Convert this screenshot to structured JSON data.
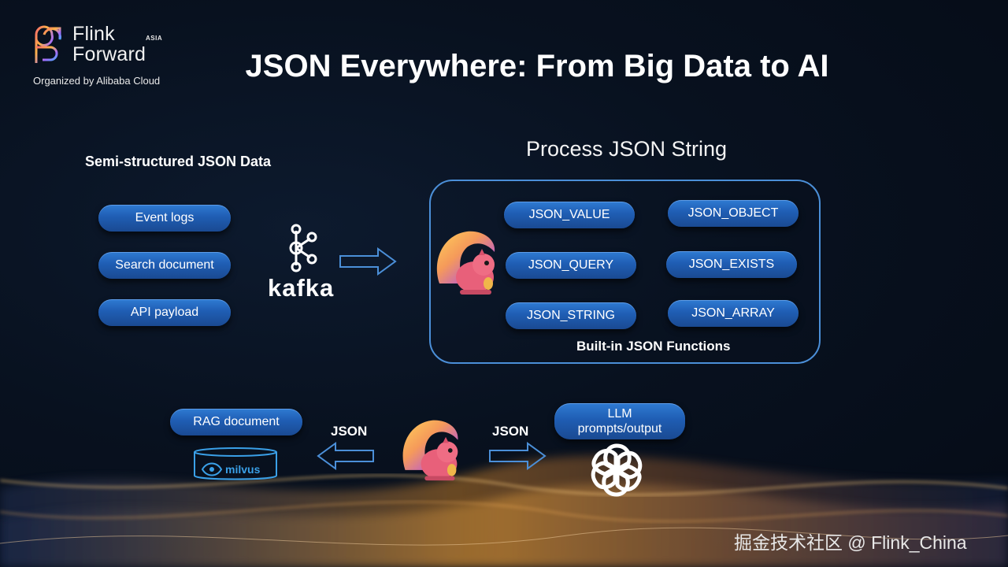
{
  "logo": {
    "line1": "Flink",
    "line2": "Forward",
    "badge": "ASIA",
    "organizer": "Organized by Alibaba Cloud"
  },
  "title": "JSON Everywhere: From Big Data to AI",
  "left_section": {
    "heading": "Semi-structured JSON Data",
    "sources": [
      "Event logs",
      "Search document",
      "API payload"
    ]
  },
  "kafka": {
    "label": "kafka"
  },
  "process": {
    "heading": "Process JSON String",
    "functions": [
      "JSON_VALUE",
      "JSON_OBJECT",
      "JSON_QUERY",
      "JSON_EXISTS",
      "JSON_STRING",
      "JSON_ARRAY"
    ],
    "caption": "Built-in JSON Functions"
  },
  "bottom": {
    "rag_label": "RAG document",
    "left_arrow_label": "JSON",
    "right_arrow_label": "JSON",
    "llm_line1": "LLM",
    "llm_line2": "prompts/output",
    "milvus_label": "milvus"
  },
  "watermark": "掘金技术社区 @ Flink_China",
  "colors": {
    "pill": "#2466bd",
    "box_border": "#4b8fd8",
    "arrow": "#4b8fd8",
    "background": "#08111f"
  }
}
